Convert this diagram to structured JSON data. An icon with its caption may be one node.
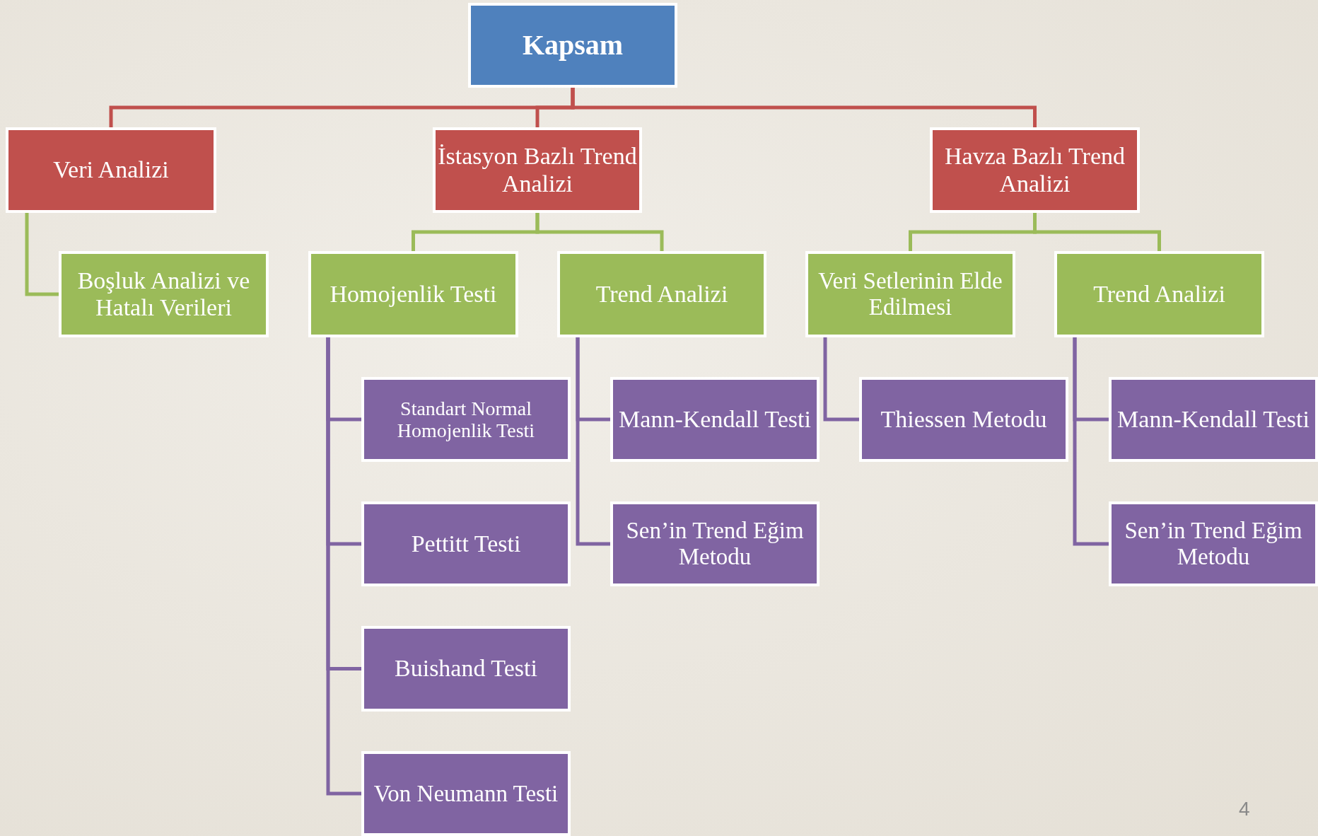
{
  "diagram": {
    "nodes": [
      {
        "text": [
          "Kapsam"
        ]
      },
      {
        "text": [
          "Veri Analizi"
        ]
      },
      {
        "text": [
          "İstasyon Bazlı Trend Analizi"
        ]
      },
      {
        "text": [
          "Havza Bazlı Trend Analizi"
        ]
      },
      {
        "text": [
          "Boşluk Analizi ve Hatalı Verileri"
        ]
      },
      {
        "text": [
          "Homojenlik Testi"
        ]
      },
      {
        "text": [
          "Trend Analizi"
        ]
      },
      {
        "text": [
          "Veri Setlerinin Elde Edilmesi"
        ]
      },
      {
        "text": [
          "Trend Analizi"
        ]
      },
      {
        "text": [
          "Standart Normal Homojenlik Testi"
        ]
      },
      {
        "text": [
          "Pettitt Testi"
        ]
      },
      {
        "text": [
          "Buishand Testi"
        ]
      },
      {
        "text": [
          "Von Neumann Testi"
        ]
      },
      {
        "text": [
          "Mann-Kendall Testi"
        ]
      },
      {
        "text": [
          "Sen’in Trend Eğim Metodu"
        ]
      },
      {
        "text": [
          "Thiessen Metodu"
        ]
      },
      {
        "text": [
          "Mann-Kendall Testi"
        ]
      },
      {
        "text": [
          "Sen’in Trend Eğim Metodu"
        ]
      }
    ],
    "edges": [
      {
        "from": 0,
        "to": 1,
        "arrow": "none",
        "color": "#c0504d"
      },
      {
        "from": 0,
        "to": 2,
        "arrow": "none",
        "color": "#c0504d"
      },
      {
        "from": 0,
        "to": 3,
        "arrow": "none",
        "color": "#c0504d"
      },
      {
        "from": 1,
        "to": 4,
        "arrow": "none",
        "color": "#9bbb59"
      },
      {
        "from": 2,
        "to": 5,
        "arrow": "none",
        "color": "#9bbb59"
      },
      {
        "from": 2,
        "to": 6,
        "arrow": "none",
        "color": "#9bbb59"
      },
      {
        "from": 3,
        "to": 7,
        "arrow": "none",
        "color": "#9bbb59"
      },
      {
        "from": 3,
        "to": 8,
        "arrow": "none",
        "color": "#9bbb59"
      },
      {
        "from": 5,
        "to": 9,
        "arrow": "none"
      },
      {
        "from": 5,
        "to": 10,
        "arrow": "none"
      },
      {
        "from": 5,
        "to": 11,
        "arrow": "none"
      },
      {
        "from": 5,
        "to": 12,
        "arrow": "none"
      },
      {
        "from": 6,
        "to": 13,
        "arrow": "none"
      },
      {
        "from": 6,
        "to": 14,
        "arrow": "none"
      },
      {
        "from": 7,
        "to": 15,
        "arrow": "none"
      },
      {
        "from": 8,
        "to": 16,
        "arrow": "none"
      },
      {
        "from": 8,
        "to": 17,
        "arrow": "none"
      }
    ],
    "labels": [
      "4"
    ]
  }
}
